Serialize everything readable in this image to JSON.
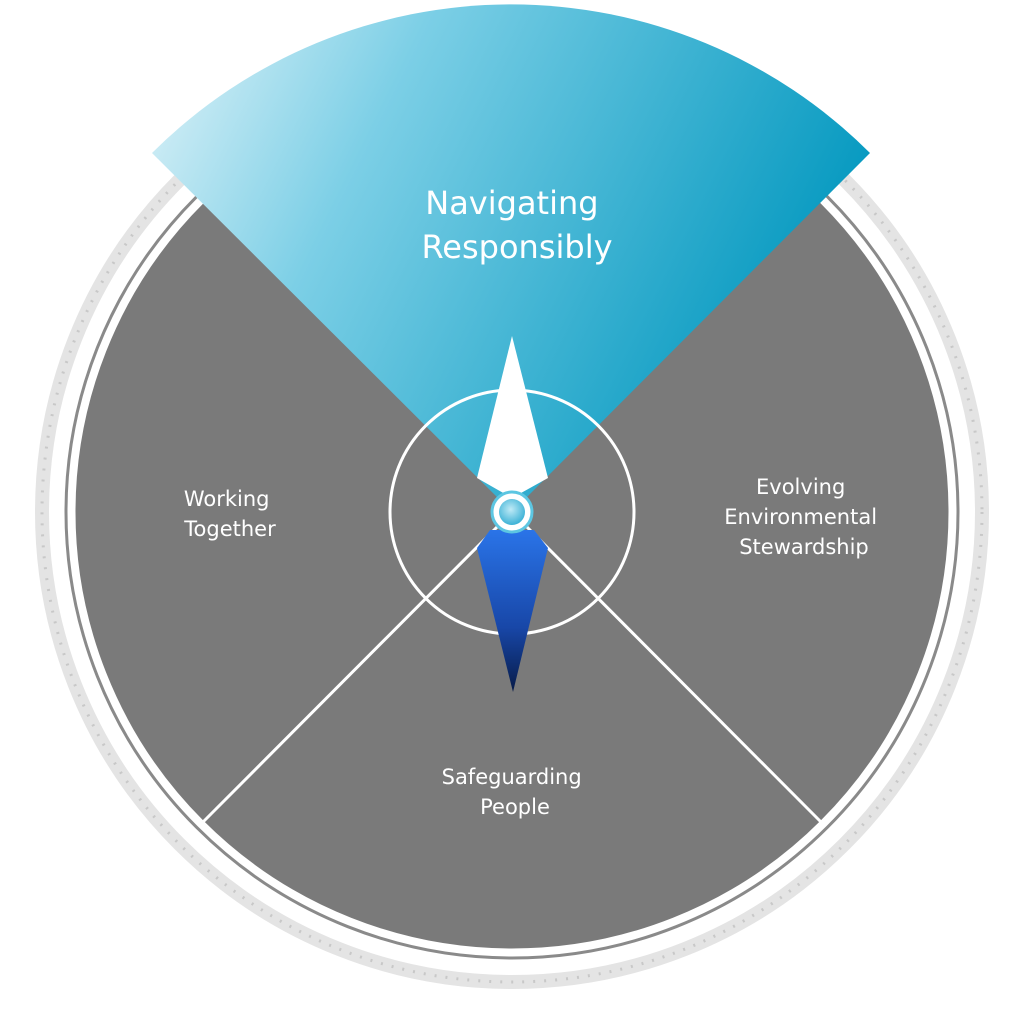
{
  "diagram": {
    "colors": {
      "segment_gray": "#7a7a7a",
      "highlight_blue": "#0aa1c6",
      "highlight_light": "#d9f1f8",
      "needle_white": "#ffffff",
      "needle_blue": "#1a5fd6",
      "needle_navy": "#0a2257",
      "pivot": "#5cc6e2"
    },
    "segments": [
      {
        "key": "top",
        "label_lines": [
          "Navigating",
          "Responsibly"
        ],
        "highlighted": true
      },
      {
        "key": "right",
        "label_lines": [
          "Evolving",
          "Environmental",
          "Stewardship"
        ],
        "highlighted": false
      },
      {
        "key": "bottom",
        "label_lines": [
          "Safeguarding",
          "People"
        ],
        "highlighted": false
      },
      {
        "key": "left",
        "label_lines": [
          "Working",
          "Together"
        ],
        "highlighted": false
      }
    ],
    "icons": [
      "compass-needle-icon",
      "compass-pivot-icon"
    ]
  }
}
